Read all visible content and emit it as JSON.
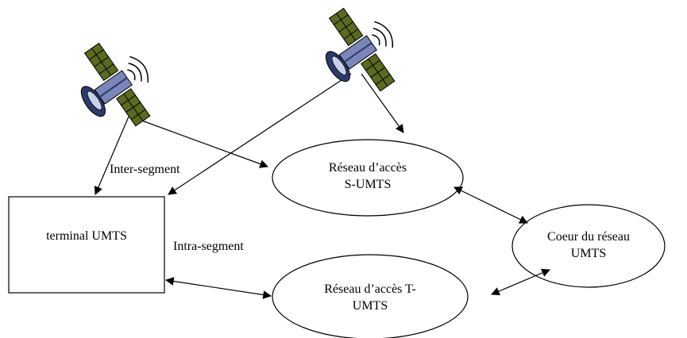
{
  "diagram": {
    "nodes": {
      "terminal": "terminal UMTS",
      "s_umts": [
        "Réseau d’accès",
        "S-UMTS"
      ],
      "t_umts": [
        "Réseau d’accès T-",
        "UMTS"
      ],
      "core": [
        "Coeur du réseau",
        "UMTS"
      ]
    },
    "labels": {
      "inter_segment": "Inter-segment",
      "intra_segment": "Intra-segment"
    },
    "icons": [
      "satellite-icon",
      "satellite-icon"
    ],
    "colors": {
      "stroke": "#000000",
      "satellite_body": "#2c3b6b",
      "satellite_panel": "#5a6b20",
      "satellite_highlight": "#c9d0ea"
    }
  }
}
